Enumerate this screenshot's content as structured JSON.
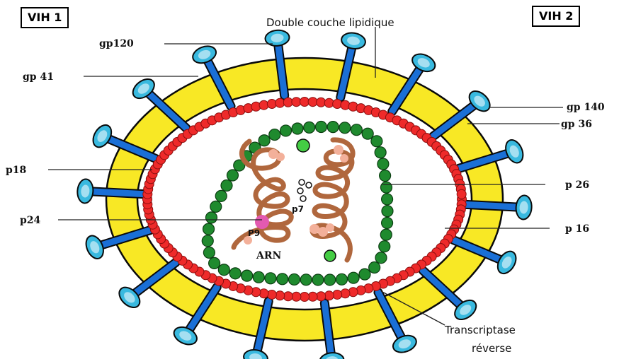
{
  "labels": {
    "vih1": "VIH 1",
    "vih2": "VIH 2",
    "bilayer": "Double couche lipidique",
    "gp120": "gp120",
    "gp41": "gp 41",
    "gp140": "gp 140",
    "gp36": "gp 36",
    "p18": "p18",
    "p24": "p24",
    "p26": "p 26",
    "p16": "p 16",
    "p7": "p7",
    "p9": "P9",
    "arn": "ARN",
    "rt_line1": "Transcriptase",
    "rt_line2": "réverse"
  },
  "colors": {
    "envelope": "#f8e825",
    "matrix": "#ee2a2a",
    "capsid": "#1f8a2e",
    "rna": "#b0673d",
    "spike_stem": "#1a6fd6",
    "spike_cap": "#39b9df",
    "pink_spot": "#f3b09a",
    "magenta_spot": "#e35ab0",
    "green_spot": "#44cc44"
  }
}
